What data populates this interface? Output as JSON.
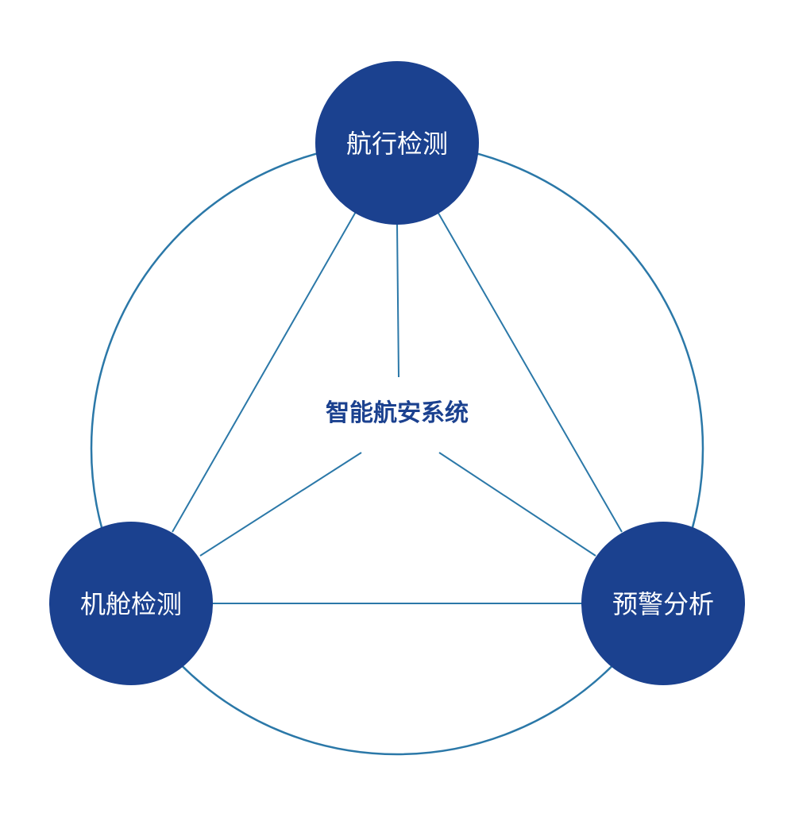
{
  "diagram": {
    "center_label": "智能航安系统",
    "nodes": [
      {
        "label": "航行检测"
      },
      {
        "label": "机舱检测"
      },
      {
        "label": "预警分析"
      }
    ],
    "colors": {
      "node_fill": "#1b418f",
      "line": "#2b78a8",
      "center_text": "#1b418f",
      "node_text": "#ffffff",
      "background": "#ffffff"
    }
  }
}
